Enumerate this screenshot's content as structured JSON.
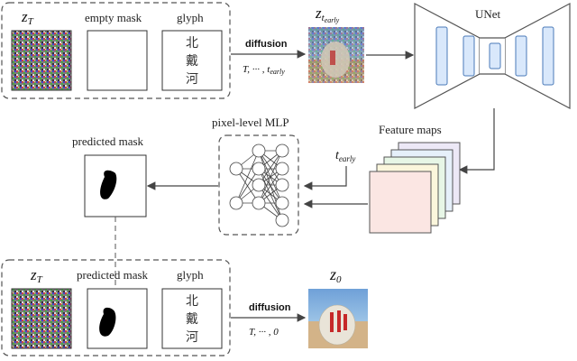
{
  "top_row": {
    "z_t_label": "z",
    "z_t_sub": "T",
    "empty_mask_label": "empty mask",
    "glyph_label": "glyph",
    "glyph_chars": [
      "北",
      "戴",
      "河"
    ]
  },
  "diffusion_top": {
    "label": "diffusion",
    "steps": "T, ··· , t",
    "steps_sub": "early"
  },
  "z_t_early": {
    "label": "z",
    "sub": "t",
    "subsub": "early"
  },
  "unet": {
    "label": "UNet"
  },
  "feature_maps": {
    "label": "Feature maps"
  },
  "mlp": {
    "label": "pixel-level MLP"
  },
  "t_early": {
    "label": "t",
    "sub": "early"
  },
  "predicted_mask_top": {
    "label": "predicted mask"
  },
  "bottom_row": {
    "z_t_label": "z",
    "z_t_sub": "T",
    "predicted_mask_label": "predicted mask",
    "glyph_label": "glyph",
    "glyph_chars": [
      "北",
      "戴",
      "河"
    ]
  },
  "diffusion_bottom": {
    "label": "diffusion",
    "steps": "T, ··· , 0"
  },
  "z0": {
    "label": "z",
    "sub": "0"
  },
  "colors": {
    "feature_map_fills": [
      "#ece8f6",
      "#e6f0fa",
      "#e7f6e6",
      "#fbf6dc",
      "#fbe6e3"
    ],
    "unet_blocks": "#d9e8fb",
    "unet_block_stroke": "#4a7ab8"
  }
}
